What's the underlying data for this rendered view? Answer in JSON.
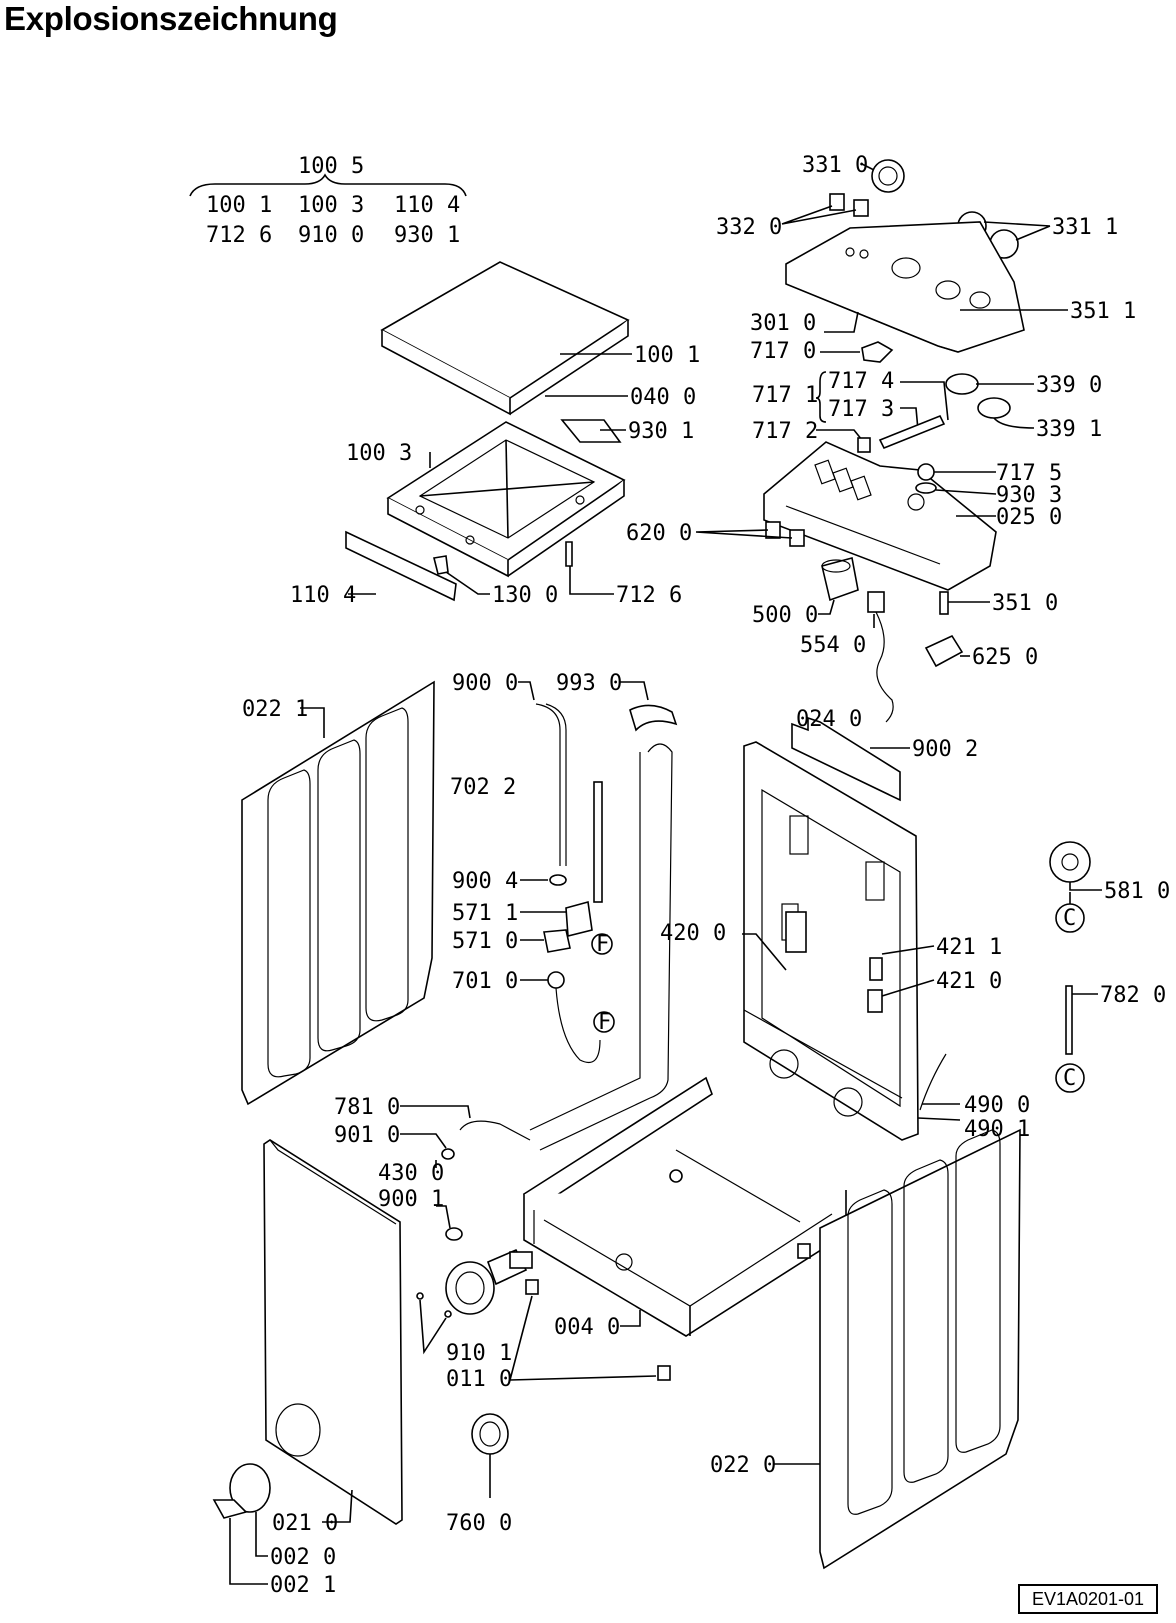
{
  "page_title": "Explosionszeichnung",
  "drawing_ref": "EV1A0201-01",
  "kits": {
    "main": "100 5",
    "row1": [
      "100 1",
      "100 3",
      "110 4"
    ],
    "row2": [
      "712 6",
      "910 0",
      "930 1"
    ]
  },
  "labels": {
    "p3310": "331 0",
    "p3320": "332 0",
    "p3311": "331 1",
    "p3010": "301 0",
    "p3511": "351 1",
    "p7170": "717 0",
    "p7174": "717 4",
    "p7171": "717 1",
    "p7173": "717 3",
    "p3390": "339 0",
    "p7172": "717 2",
    "p3391": "339 1",
    "p7175": "717 5",
    "p9303": "930 3",
    "p0250": "025 0",
    "p6200": "620 0",
    "p3510": "351 0",
    "p5000": "500 0",
    "p5540": "554 0",
    "p6250": "625 0",
    "p0240": "024 0",
    "p9002": "900 2",
    "p1001": "100 1",
    "p0400": "040 0",
    "p9301": "930 1",
    "p1003": "100 3",
    "p1104": "110 4",
    "p1300": "130 0",
    "p7126": "712 6",
    "p9000": "900 0",
    "p9930": "993 0",
    "p0221": "022 1",
    "p7022": "702 2",
    "p9004": "900 4",
    "p5711": "571 1",
    "p5710": "571 0",
    "p4200": "420 0",
    "p7010": "701 0",
    "p5810": "581 0",
    "p4211": "421 1",
    "p4210": "421 0",
    "p7820": "782 0",
    "p4900": "490 0",
    "p4901": "490 1",
    "p7810": "781 0",
    "p9010": "901 0",
    "p4300": "430 0",
    "p9001": "900 1",
    "p0040": "004 0",
    "p9101": "910 1",
    "p0110": "011 0",
    "p0220": "022 0",
    "p0210": "021 0",
    "p7600": "760 0",
    "p0020": "002 0",
    "p0021": "002 1"
  },
  "connectors": {
    "F": "F",
    "C": "C"
  }
}
